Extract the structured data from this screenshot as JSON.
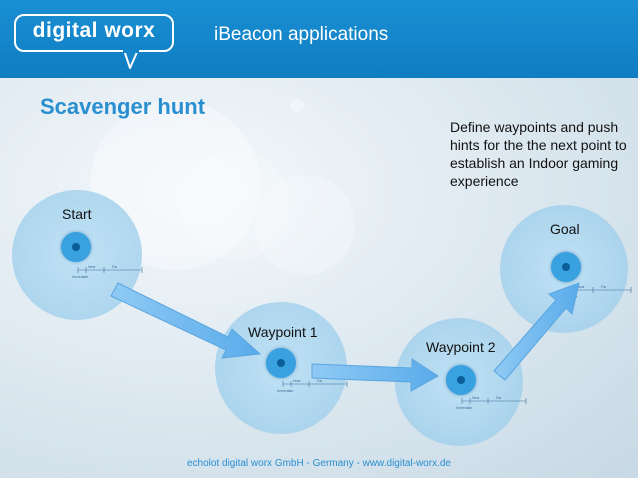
{
  "header": {
    "logo_text": "digital worx",
    "title": "iBeacon applications"
  },
  "slide": {
    "title": "Scavenger hunt",
    "description": "Define waypoints and push hints for the the next point to establish an Indoor gaming experience"
  },
  "waypoints": [
    {
      "label": "Start"
    },
    {
      "label": "Waypoint 1"
    },
    {
      "label": "Waypoint 2"
    },
    {
      "label": "Goal"
    }
  ],
  "range_scale": {
    "near": "Near",
    "far": "Far",
    "immediate": "Immediate"
  },
  "footer": {
    "text": "echolot digital worx GmbH - Germany - www.digital-worx.de"
  },
  "colors": {
    "header": "#1a8fd3",
    "title": "#2a8fd0",
    "beacon": "#3aa1e0",
    "arrow": "#6fb8ef"
  }
}
